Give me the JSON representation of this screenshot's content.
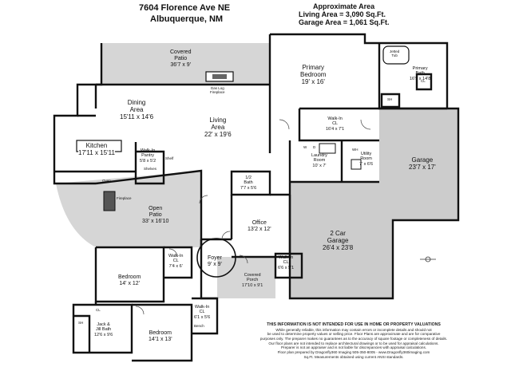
{
  "header": {
    "address_line1": "7604 Florence Ave NE",
    "address_line2": "Albuquerque, NM",
    "area_title": "Approximate Area",
    "living_area": "Living Area = 3,090 Sq.Ft.",
    "garage_area": "Garage Area = 1,061 Sq.Ft."
  },
  "rooms": {
    "covered_patio": {
      "name": "Covered\nPatio",
      "dims": "36'7 x 9'"
    },
    "primary_bedroom": {
      "name": "Primary\nBedroom",
      "dims": "19' x 16'"
    },
    "primary_bath": {
      "name": "Primary\nBath",
      "dims": "16'9 x 14'8"
    },
    "dining_area": {
      "name": "Dining\nArea",
      "dims": "15'11 x 14'6"
    },
    "living_area": {
      "name": "Living\nArea",
      "dims": "22' x 19'6"
    },
    "walkin_cl_primary": {
      "name": "Walk-In\nCL",
      "dims": "16'4 x 7'1"
    },
    "kitchen": {
      "name": "Kitchen",
      "dims": "17'11 x 15'11"
    },
    "walkin_pantry": {
      "name": "Walk-In\nPantry",
      "dims": "5'8 x 5'2"
    },
    "half_bath": {
      "name": "1/2\nBath",
      "dims": "7'7 x 5'6"
    },
    "laundry_room": {
      "name": "Laundry\nRoom",
      "dims": "10' x 7'"
    },
    "utility_room": {
      "name": "Utility\nRoom",
      "dims": "7' x 6'6"
    },
    "garage": {
      "name": "Garage",
      "dims": "23'7 x 17'"
    },
    "open_patio": {
      "name": "Open\nPatio",
      "dims": "33' x 16'10"
    },
    "office": {
      "name": "Office",
      "dims": "13'2 x 12'"
    },
    "two_car_garage": {
      "name": "2 Car\nGarage",
      "dims": "26'4 x 23'8"
    },
    "walkin_cl_bed": {
      "name": "Walk-In\nCL",
      "dims": "7'4 x 6'"
    },
    "foyer": {
      "name": "Foyer",
      "dims": "9' x 9'"
    },
    "walkin_cl_office": {
      "name": "Walk-In\nCL",
      "dims": "6'6 x 5'1"
    },
    "bedroom_1": {
      "name": "Bedroom",
      "dims": "14' x 12'"
    },
    "covered_porch": {
      "name": "Covered\nPorch",
      "dims": "17'10 x 9'1"
    },
    "jack_jill_bath": {
      "name": "Jack &\nJill Bath",
      "dims": "12'6 x 9'6"
    },
    "bedroom_2": {
      "name": "Bedroom",
      "dims": "14'1 x 13'"
    },
    "walkin_cl_bed2": {
      "name": "Walk-In\nCL",
      "dims": "6'1 x 5'6"
    }
  },
  "fixtures": {
    "gas_log_fireplace": "Gas Log\nFireplace",
    "jetted_tub": "Jetted\nTub",
    "shelf": "Shelf",
    "shelves": "Shelves",
    "oven": "Oven",
    "fireplace": "Fireplace",
    "sh_primary": "SH",
    "cl_primary": "CL",
    "washer": "W",
    "dryer": "D",
    "wh": "WH",
    "cl_bath": "CL",
    "sh_jj": "SH",
    "bench": "Bench"
  },
  "disclaimer": {
    "line1": "THIS INFORMATION IS NOT INTENDED FOR USE IN HOME OR PROPERTY VALUATIONS",
    "line2": "While generally reliable, this information may contain errors or incomplete details and should not",
    "line3": "be used to determine property values or selling price. Floor Plans are approximate and are for comparative",
    "line4": "purposes only. The preparer makes no guarantees as to the accuracy of square footage or completeness of details.",
    "line5": "Our floor plans are not intended to replace architectural drawings or to be used for appraisal calculations.",
    "line6": "Preparer is not an appraiser and is not liable for discrepancies with appraisal calculations.",
    "line7": "Floor plan prepared by Dragonfly360 Imaging 505-350-8005 - www.Dragonfly360imaging.com",
    "line8": "Sq.Ft. Measurements obtained using current ANSI standards."
  },
  "colors": {
    "wall": "#111111",
    "outdoor_fill": "#d6d6d6",
    "garage_fill": "#c9c9c9",
    "floor_fill": "#ffffff"
  }
}
